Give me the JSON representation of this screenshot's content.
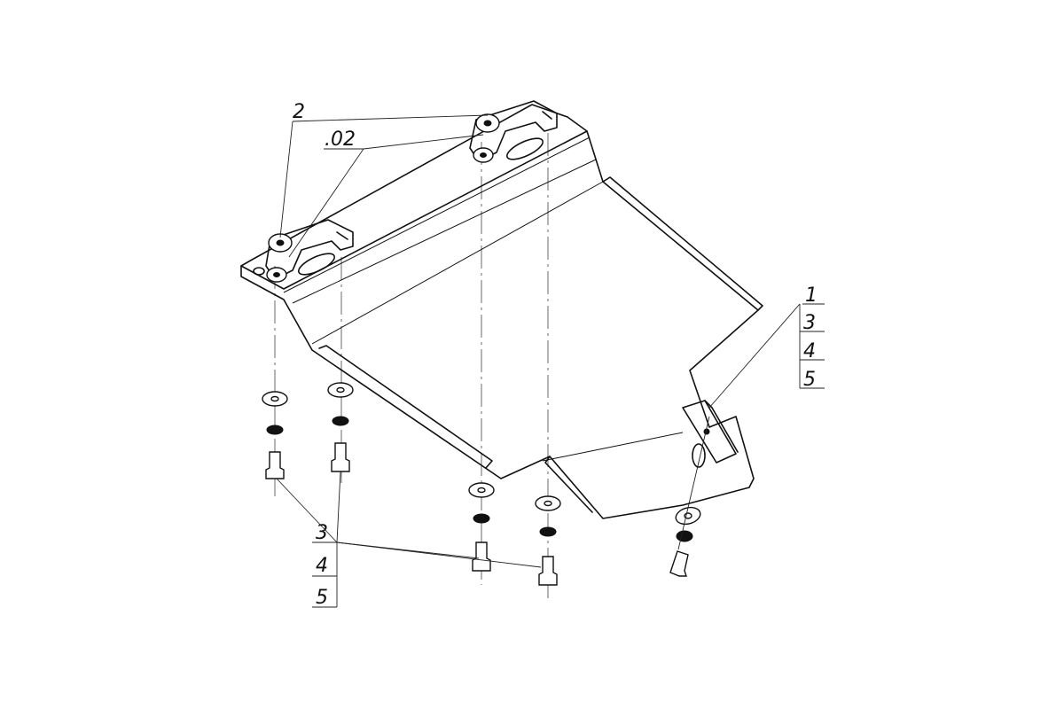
{
  "callouts": {
    "top": {
      "item": "2",
      "sub": ".02"
    },
    "right": {
      "items": [
        "1",
        "3",
        "4",
        "5"
      ]
    },
    "bottom": {
      "items": [
        "3",
        "4",
        "5"
      ]
    }
  }
}
